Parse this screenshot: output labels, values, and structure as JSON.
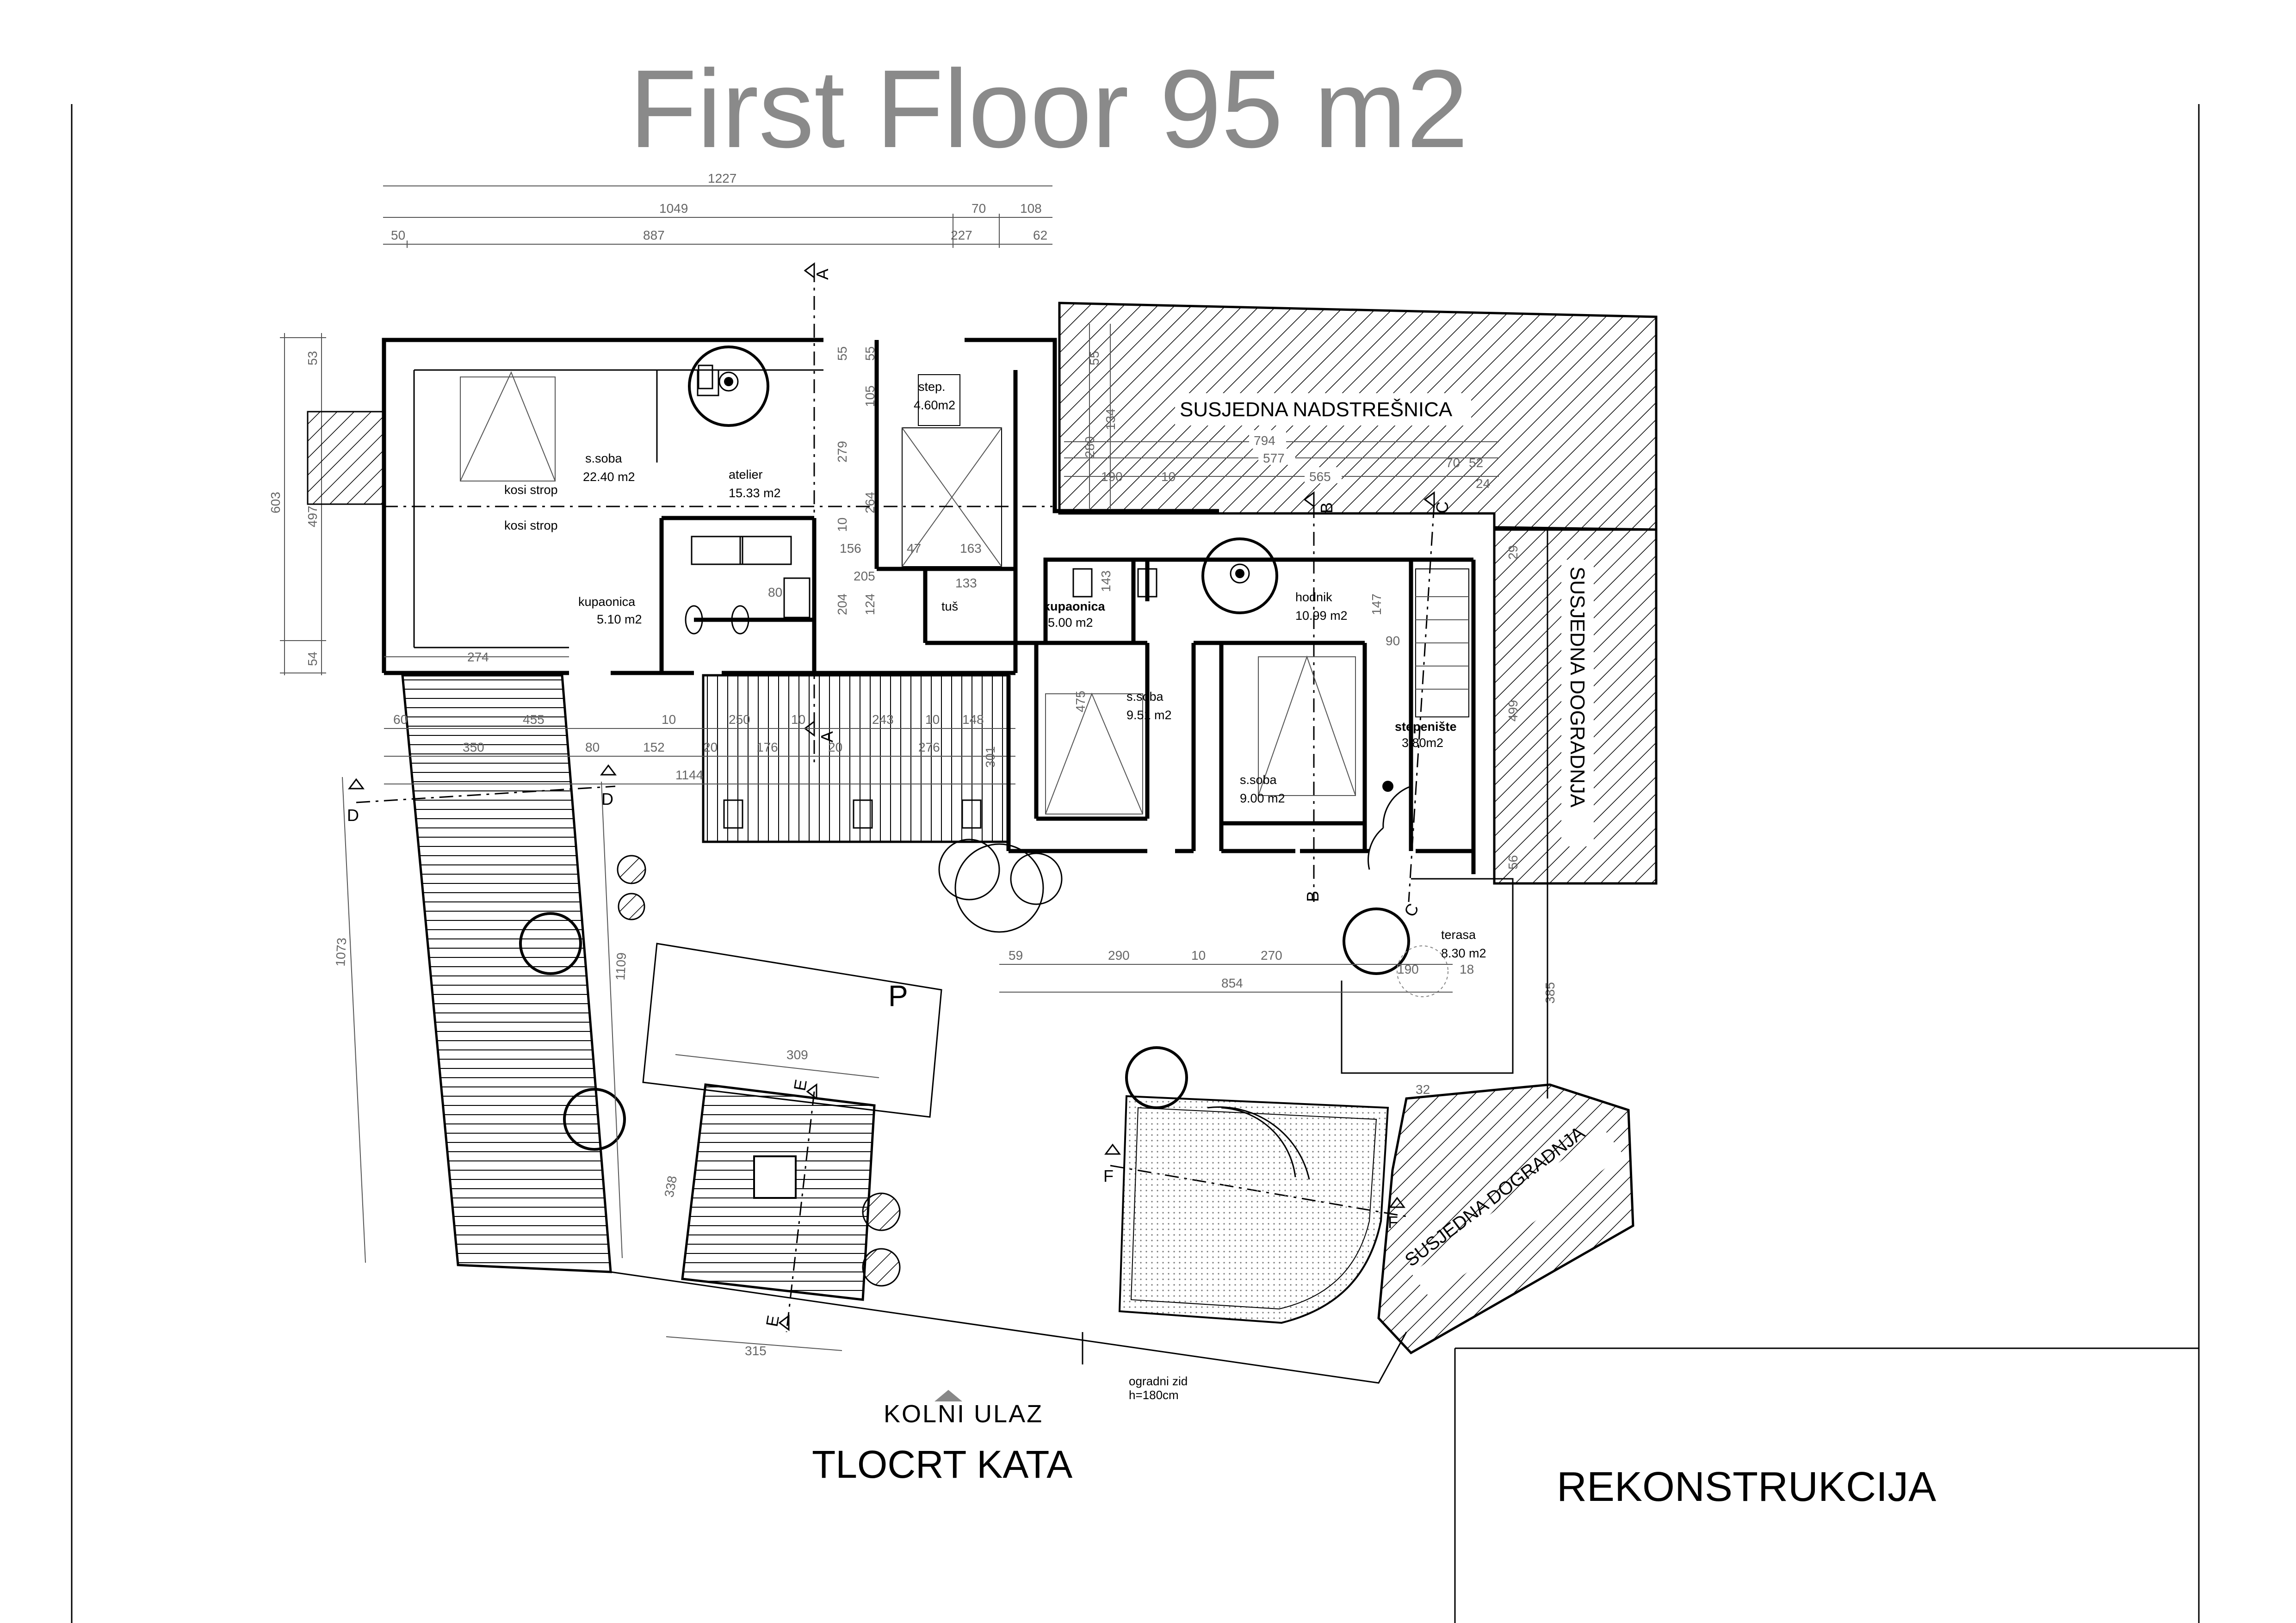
{
  "header": {
    "title": "First Floor 95 m2"
  },
  "rooms": [
    {
      "name": "s.soba",
      "area": "22.40 m2"
    },
    {
      "name": "atelier",
      "area": "15.33 m2"
    },
    {
      "name": "step.",
      "area": "4.60m2"
    },
    {
      "name": "kupaonica",
      "area": "5.10 m2"
    },
    {
      "name": "kupaonica",
      "area": "5.00 m2"
    },
    {
      "name": "hodnik",
      "area": "10.99 m2"
    },
    {
      "name": "s.soba",
      "area": "9.51 m2"
    },
    {
      "name": "s.soba",
      "area": "9.00 m2"
    },
    {
      "name": "stepenište",
      "area": "3.80m2"
    },
    {
      "name": "terasa",
      "area": "8.30 m2"
    }
  ],
  "notes": {
    "kosi_strop_1": "kosi strop",
    "kosi_strop_2": "kosi strop",
    "tus": "tuš",
    "parking": "P",
    "neighbor_canopy": "SUSJEDNA NADSTREŠNICA",
    "neighbor_annex_right": "SUSJEDNA DOGRADNJA",
    "neighbor_annex_bottom": "SUSJEDNA DOGRADNJA",
    "entrance": "KOLNI ULAZ",
    "fence_wall_1": "ogradni zid",
    "fence_wall_2": "h=180cm",
    "plan_title": "TLOCRT  KATA",
    "project": "REKONSTRUKCIJA"
  },
  "section_marks": [
    "A",
    "A",
    "B",
    "B",
    "C",
    "C",
    "D",
    "D",
    "E",
    "E",
    "F",
    "F"
  ],
  "dimensions": {
    "top_row_1": [
      "1227"
    ],
    "top_row_2": [
      "1049",
      "70",
      "108"
    ],
    "top_row_3": [
      "50",
      "887",
      "227",
      "62"
    ],
    "left": [
      "53",
      "603",
      "497",
      "54"
    ],
    "upper_inner": [
      "55",
      "55",
      "105",
      "279",
      "264",
      "10",
      "156",
      "47",
      "163",
      "205",
      "204",
      "124",
      "133",
      "80"
    ],
    "courtyard_row_1": [
      "60",
      "455",
      "10",
      "250",
      "10",
      "243",
      "10",
      "148"
    ],
    "courtyard_row_2": [
      "350",
      "80",
      "152",
      "20",
      "176",
      "20",
      "276"
    ],
    "courtyard_row_3": [
      "1144"
    ],
    "misc": [
      "274",
      "475",
      "143",
      "147",
      "90",
      "301"
    ],
    "right_block": [
      "55",
      "280",
      "134",
      "794",
      "577",
      "565",
      "70",
      "52",
      "190",
      "10",
      "24",
      "29",
      "499",
      "56"
    ],
    "terrace_row_1": [
      "59",
      "290",
      "10",
      "270",
      "190",
      "18"
    ],
    "terrace_row_2": [
      "854"
    ],
    "side": [
      "1073",
      "1109",
      "385",
      "32"
    ],
    "lower": [
      "309",
      "338",
      "315"
    ]
  }
}
